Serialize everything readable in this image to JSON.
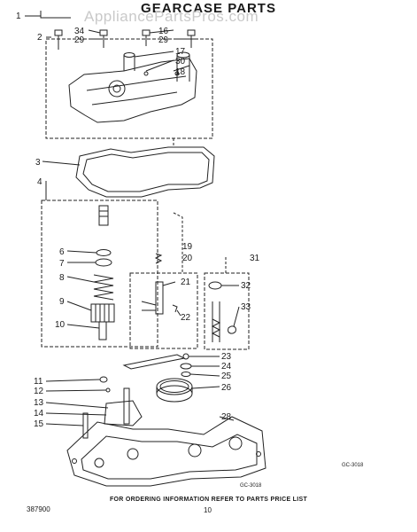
{
  "page": {
    "title": "GEARCASE PARTS",
    "watermark": "AppliancePartsPros.com",
    "subtitle_text": "",
    "footer_note": "FOR ORDERING INFORMATION REFER TO PARTS PRICE LIST",
    "doc_number": "387900",
    "page_number": "10",
    "bottom_mark": "",
    "diagram_code": "GC-3018",
    "diagram_code_small": "GC-3018"
  },
  "callouts": [
    {
      "id": "c1",
      "label": "1"
    },
    {
      "id": "c2",
      "label": "2"
    },
    {
      "id": "c3",
      "label": "3"
    },
    {
      "id": "c4",
      "label": "4"
    },
    {
      "id": "c6",
      "label": "6"
    },
    {
      "id": "c7",
      "label": "7"
    },
    {
      "id": "c8",
      "label": "8"
    },
    {
      "id": "c9",
      "label": "9"
    },
    {
      "id": "c10",
      "label": "10"
    },
    {
      "id": "c11",
      "label": "11"
    },
    {
      "id": "c12",
      "label": "12"
    },
    {
      "id": "c13",
      "label": "13"
    },
    {
      "id": "c14",
      "label": "14"
    },
    {
      "id": "c15",
      "label": "15"
    },
    {
      "id": "c16",
      "label": "16"
    },
    {
      "id": "c17",
      "label": "17"
    },
    {
      "id": "c18",
      "label": "18"
    },
    {
      "id": "c19",
      "label": "19"
    },
    {
      "id": "c20",
      "label": "20"
    },
    {
      "id": "c21",
      "label": "21"
    },
    {
      "id": "c22",
      "label": "22"
    },
    {
      "id": "c23",
      "label": "23"
    },
    {
      "id": "c24",
      "label": "24"
    },
    {
      "id": "c25",
      "label": "25"
    },
    {
      "id": "c26",
      "label": "26"
    },
    {
      "id": "c28",
      "label": "28"
    },
    {
      "id": "c29a",
      "label": "29"
    },
    {
      "id": "c29b",
      "label": "29"
    },
    {
      "id": "c30",
      "label": "30"
    },
    {
      "id": "c31",
      "label": "31"
    },
    {
      "id": "c32",
      "label": "32"
    },
    {
      "id": "c33",
      "label": "33"
    },
    {
      "id": "c34",
      "label": "34"
    }
  ]
}
